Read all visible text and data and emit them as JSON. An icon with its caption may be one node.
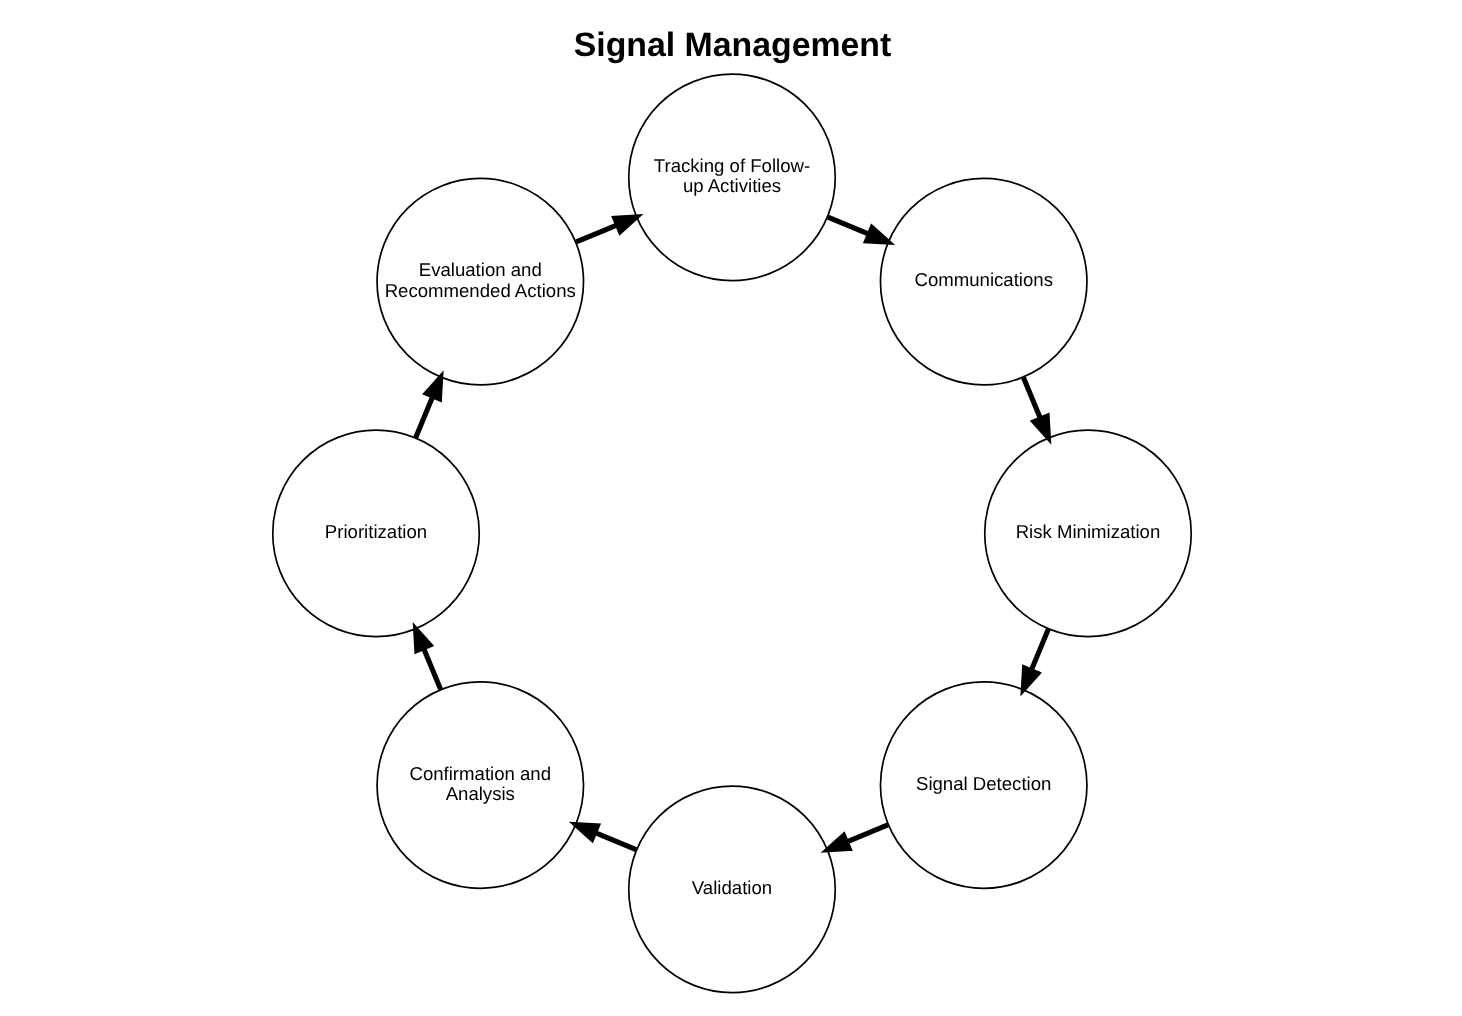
{
  "diagram": {
    "title": "Signal Management",
    "nodes": [
      {
        "text": [
          "Signal Detection"
        ]
      },
      {
        "text": [
          "Validation"
        ]
      },
      {
        "text": [
          "Confirmation and Analysis"
        ]
      },
      {
        "text": [
          "Prioritization"
        ]
      },
      {
        "text": [
          "Evaluation and Recommended Actions"
        ]
      },
      {
        "text": [
          "Tracking of Follow-up Activities"
        ]
      },
      {
        "text": [
          "Communications"
        ]
      },
      {
        "text": [
          "Risk Minimization"
        ]
      }
    ],
    "edges": [
      {
        "from": 0,
        "to": 1,
        "arrow": "to"
      },
      {
        "from": 1,
        "to": 2,
        "arrow": "to"
      },
      {
        "from": 2,
        "to": 3,
        "arrow": "to"
      },
      {
        "from": 3,
        "to": 4,
        "arrow": "to"
      },
      {
        "from": 4,
        "to": 5,
        "arrow": "to"
      },
      {
        "from": 5,
        "to": 6,
        "arrow": "to"
      },
      {
        "from": 6,
        "to": 7,
        "arrow": "to"
      },
      {
        "from": 7,
        "to": 0,
        "arrow": "to"
      }
    ]
  }
}
